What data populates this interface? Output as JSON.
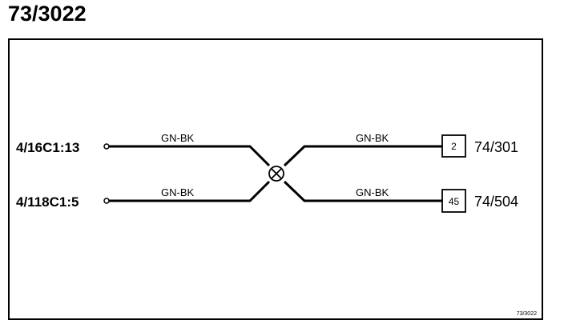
{
  "page": {
    "title": "73/3022"
  },
  "diagram": {
    "left_connectors": [
      {
        "label": "4/16C1:13"
      },
      {
        "label": "4/118C1:5"
      }
    ],
    "wires": [
      {
        "color_code": "GN-BK"
      },
      {
        "color_code": "GN-BK"
      },
      {
        "color_code": "GN-BK"
      },
      {
        "color_code": "GN-BK"
      }
    ],
    "splice_symbol": "splice-icon",
    "right_terminals": [
      {
        "pin": "2",
        "ref": "74/301"
      },
      {
        "pin": "45",
        "ref": "74/504"
      }
    ],
    "footer_ref": "73/3022"
  },
  "colors": {
    "line": "#000000",
    "background": "#ffffff"
  }
}
